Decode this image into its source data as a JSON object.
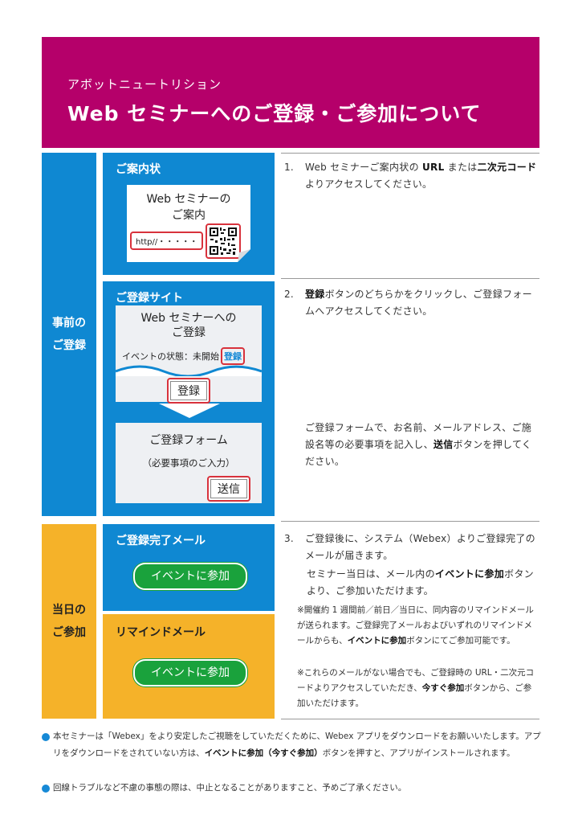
{
  "header": {
    "subtitle": "アボットニュートリション",
    "title": "Web セミナーへのご登録・ご参加について"
  },
  "sidebar": {
    "pre_line1": "事前の",
    "pre_line2": "ご登録",
    "day_line1": "当日の",
    "day_line2": "ご参加"
  },
  "invitation": {
    "section_title": "ご案内状",
    "card_line1": "Web セミナーの",
    "card_line2": "ご案内",
    "url_text": "http//・・・・・"
  },
  "registration_site": {
    "section_title": "ご登録サイト",
    "box_line1": "Web セミナーへの",
    "box_line2": "ご登録",
    "status_text": "イベントの状態：未開始",
    "register_link": "登録",
    "register_button": "登録",
    "form_title": "ご登録フォーム",
    "form_subtitle": "（必要事項のご入力）",
    "submit_button": "送信"
  },
  "emails": {
    "complete_title": "ご登録完了メール",
    "complete_button": "イベントに参加",
    "remind_title": "リマインドメール",
    "remind_button": "イベントに参加"
  },
  "steps": {
    "s1_num": "1.",
    "s1_a": "Web セミナーご案内状の ",
    "s1_b": "URL",
    "s1_c": " または",
    "s1_d": "二次元コード",
    "s1_e": "よりアクセスしてください。",
    "s2_num": "2.",
    "s2_a": "登録",
    "s2_b": "ボタンのどちらかをクリックし、ご登録フォームへアクセスしてください。",
    "s2b_a": "ご登録フォームで、お名前、メールアドレス、ご施設名等の必要事項を記入し、",
    "s2b_b": "送信",
    "s2b_c": "ボタンを押してください。",
    "s3_num": "3.",
    "s3_a": "ご登録後に、システム（Webex）よりご登録完了のメールが届きます。",
    "s3b_a": "セミナー当日は、メール内の",
    "s3b_b": "イベントに参加",
    "s3b_c": "ボタンより、ご参加いただけます。",
    "n1_a": "※開催約 1 週間前／前日／当日に、同内容のリマインドメールが送られます。ご登録完了メールおよびいずれのリマインドメールからも、",
    "n1_b": "イベントに参加",
    "n1_c": "ボタンにてご参加可能です。",
    "n2_a": "※これらのメールがない場合でも、ご登録時の URL・二次元コードよりアクセスしていただき、",
    "n2_b": "今すぐ参加",
    "n2_c": "ボタンから、ご参加いただけます。"
  },
  "footer": {
    "f1_a": "本セミナーは「Webex」をより安定したご視聴をしていただくために、Webex アプリをダウンロードをお願いいたします。アプリをダウンロードをされていない方は、",
    "f1_b": "イベントに参加（今すぐ参加）",
    "f1_c": "ボタンを押すと、アプリがインストールされます。",
    "f2": "回線トラブルなど不慮の事態の際は、中止となることがありますこと、予めご了承ください。"
  },
  "colors": {
    "header": "#b5006a",
    "blue": "#0f88d2",
    "yellow": "#f5b229",
    "green": "#1aa23c",
    "red_outline": "#d8323c"
  }
}
